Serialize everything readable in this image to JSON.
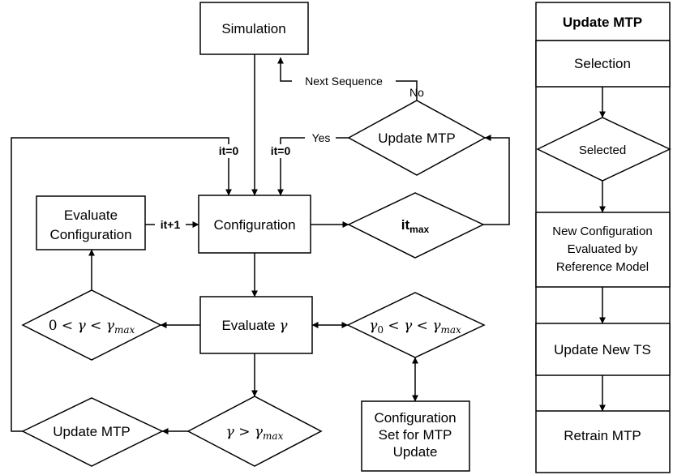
{
  "nodes": {
    "simulation": "Simulation",
    "configuration": "Configuration",
    "evaluate_config_line1": "Evaluate",
    "evaluate_config_line2": "Configuration",
    "update_mtp_top": "Update MTP",
    "it_max_base": "it",
    "it_max_sub": "max",
    "evaluate_gamma": "Evaluate",
    "gamma_symbol": "γ",
    "range_left": {
      "zero": "0",
      "lt1": "<",
      "gamma": "γ",
      "lt2": "<",
      "gmax": "γ",
      "gmax_sub": "max"
    },
    "range_right": {
      "g0": "γ",
      "g0_sub": "0",
      "lt1": "<",
      "gamma": "γ",
      "lt2": "<",
      "gmax": "γ",
      "gmax_sub": "max"
    },
    "greater": {
      "gamma": "γ",
      "gt": ">",
      "gmax": "γ",
      "gmax_sub": "max"
    },
    "update_mtp_bottom": "Update MTP",
    "config_set_line1": "Configuration",
    "config_set_line2": "Set for MTP",
    "config_set_line3": "Update"
  },
  "edges": {
    "next_sequence": "Next Sequence",
    "no": "No",
    "yes": "Yes",
    "it_zero_left": "it=0",
    "it_zero_right": "it=0",
    "it_plus_one": "it+1"
  },
  "panel": {
    "title": "Update MTP",
    "selection": "Selection",
    "selected": "Selected",
    "new_config_line1": "New Configuration",
    "new_config_line2": "Evaluated by",
    "new_config_line3": "Reference Model",
    "update_ts": "Update New TS",
    "retrain": "Retrain MTP"
  }
}
